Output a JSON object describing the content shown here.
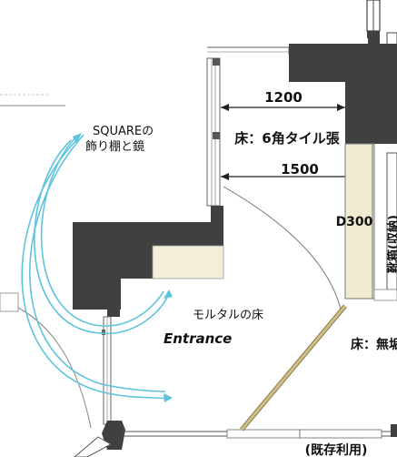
{
  "labels": {
    "square_line1": "SQUAREの",
    "square_line2": "飾り棚と鏡",
    "dim_top": "1200",
    "floor_tile": "床：6角タイル張",
    "dim_bottom": "1500",
    "cabinet_depth": "D300",
    "mortar_floor": "モルタルの床",
    "entrance": "Entrance",
    "floor_right": "床：無垢",
    "existing_use": "(既存利用)",
    "vertical_text": "靴箱(収納)"
  },
  "colors": {
    "wall": "#404040",
    "counter": "#f3efd6",
    "cabinet": "#f0ead0",
    "beam": "#cdbe8a",
    "arrow": "#5ec3dc",
    "line": "#555555"
  }
}
